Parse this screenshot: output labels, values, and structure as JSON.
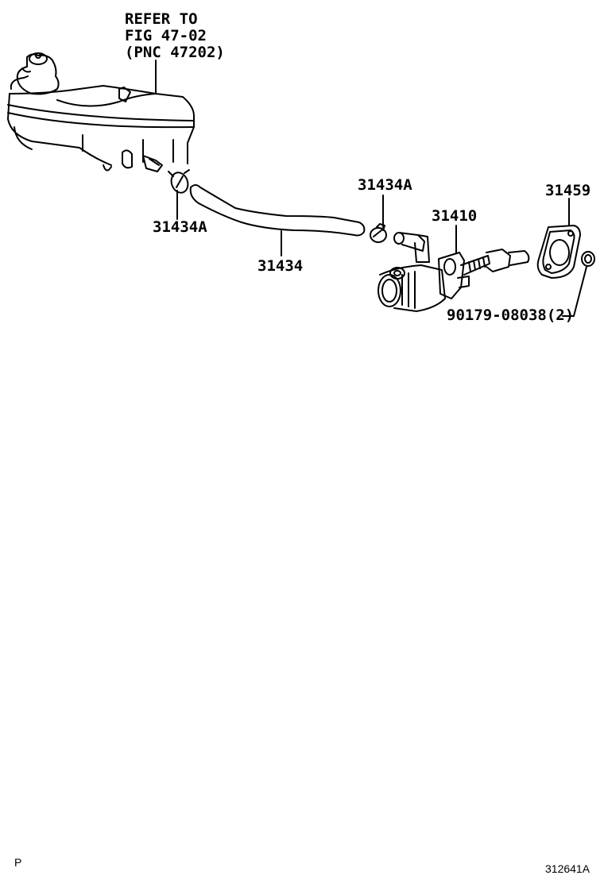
{
  "diagram": {
    "reference_note": [
      "REFER TO",
      "FIG 47-02",
      "(PNC 47202)"
    ],
    "parts": [
      {
        "id": "reservoir",
        "label": "REFER TO FIG 47-02 (PNC 47202)"
      },
      {
        "id": "clip_upper",
        "label": "31434A"
      },
      {
        "id": "hose",
        "label": "31434"
      },
      {
        "id": "clip_lower",
        "label": "31434A"
      },
      {
        "id": "master_cylinder",
        "label": "31410"
      },
      {
        "id": "gasket",
        "label": "31459"
      },
      {
        "id": "nut",
        "label": "90179-08038(2)"
      }
    ],
    "footer": {
      "left_mark": "P",
      "figure_code": "312641A"
    }
  }
}
